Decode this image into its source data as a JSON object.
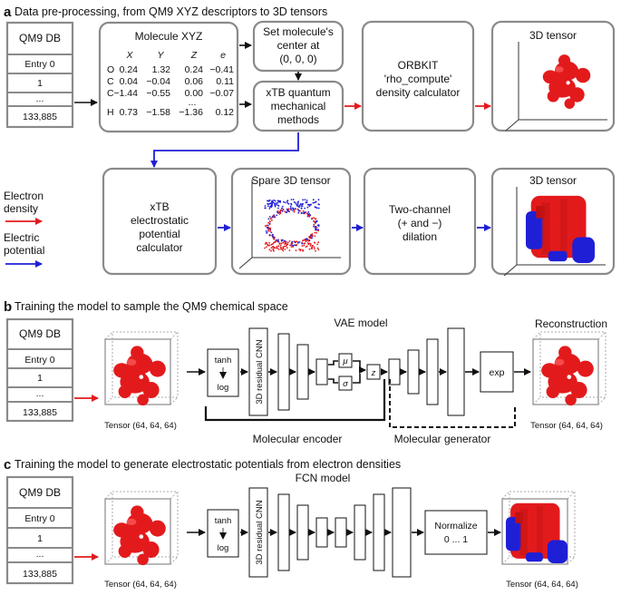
{
  "colors": {
    "density": "#e31a1c",
    "potential": "#1f1fd6",
    "box_border": "#8a8a8a"
  },
  "panel_a": {
    "letter": "a",
    "title": "Data pre-processing, from QM9 XYZ descriptors to 3D tensors",
    "db": {
      "title": "QM9 DB",
      "entries": [
        "Entry 0",
        "1",
        "...",
        "133,885"
      ]
    },
    "molecule": {
      "title": "Molecule XYZ",
      "headers": [
        "X",
        "Y",
        "Z",
        "e"
      ],
      "rows": [
        {
          "atom": "O",
          "x": "0.24",
          "y": "1.32",
          "z": "0.24",
          "e": "−0.41"
        },
        {
          "atom": "C",
          "x": "0.04",
          "y": "−0.04",
          "z": "0.06",
          "e": "0.11"
        },
        {
          "atom": "C",
          "x": "−1.44",
          "y": "−0.55",
          "z": "0.00",
          "e": "−0.07"
        },
        {
          "atom": "",
          "x": "",
          "y": "",
          "z": "...",
          "e": ""
        },
        {
          "atom": "H",
          "x": "0.73",
          "y": "−1.58",
          "z": "−1.36",
          "e": "0.12"
        }
      ]
    },
    "center_box": [
      "Set molecule's",
      "center at",
      "(0, 0, 0)"
    ],
    "xtb_box": [
      "xTB quantum",
      "mechanical",
      "methods"
    ],
    "orbkit_box": [
      "ORBKIT",
      "'rho_compute'",
      "density calculator"
    ],
    "tensor_top_title": "3D tensor",
    "legend": {
      "density": [
        "Electron",
        "density"
      ],
      "potential": [
        "Electric",
        "potential"
      ]
    },
    "esp_box": [
      "xTB",
      "electrostatic",
      "potential",
      "calculator"
    ],
    "sparse_title": "Spare 3D tensor",
    "dilation_box": [
      "Two-channel",
      "(+ and −)",
      "dilation"
    ],
    "tensor_bottom_title": "3D tensor"
  },
  "panel_b": {
    "letter": "b",
    "title": "Training the model to sample the QM9 chemical space",
    "db": {
      "title": "QM9 DB",
      "entries": [
        "Entry 0",
        "1",
        "...",
        "133,885"
      ]
    },
    "tensor_caption": "Tensor (64, 64, 64)",
    "model_title": "VAE model",
    "tanh": "tanh",
    "log": "log",
    "cnn": "3D residual CNN",
    "mu": "μ",
    "sigma": "σ",
    "z": "z",
    "exp": "exp",
    "recon_title": "Reconstruction",
    "recon_caption": "Tensor (64, 64, 64)",
    "encoder_label": "Molecular encoder",
    "generator_label": "Molecular generator"
  },
  "panel_c": {
    "letter": "c",
    "title": "Training the model to generate electrostatic potentials from electron densities",
    "db": {
      "title": "QM9 DB",
      "entries": [
        "Entry 0",
        "1",
        "...",
        "133,885"
      ]
    },
    "tensor_caption": "Tensor (64, 64, 64)",
    "model_title": "FCN model",
    "tanh": "tanh",
    "log": "log",
    "cnn": "3D residual CNN",
    "normalize": [
      "Normalize",
      "0 ... 1"
    ],
    "out_caption": "Tensor (64, 64, 64)"
  }
}
